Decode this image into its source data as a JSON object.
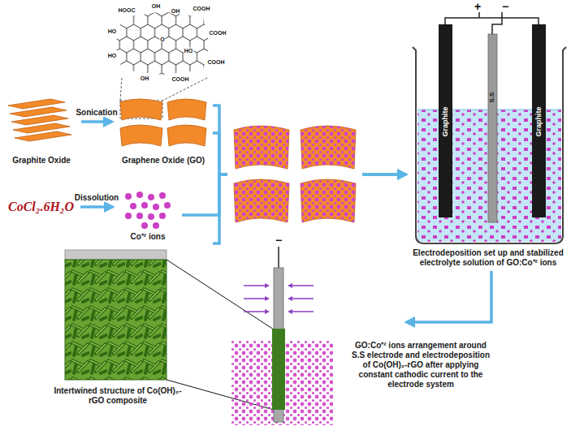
{
  "diagram": {
    "nodes": [
      {
        "text": [
          "Graphite Oxide"
        ]
      },
      {
        "text": [
          "Graphene Oxide (GO)"
        ]
      },
      {
        "text": [
          "CoCl₂.6H₂O"
        ]
      },
      {
        "text": [
          "Co⁺² ions"
        ]
      },
      {
        "text": [
          "Electrodeposition set up and stabilized electrolyte solution of GO:Co⁺² ions"
        ]
      },
      {
        "text": [
          "GO:Co⁺² ions arrangement around S.S electrode and electrodeposition of Co(OH)₂-rGO after applying constant cathodic current to the electrode system"
        ]
      },
      {
        "text": [
          "Intertwined structure of Co(OH)₂-rGO composite"
        ]
      }
    ],
    "edges": [
      {
        "from": 0,
        "to": 1,
        "arrow": "to",
        "label": "Sonication"
      },
      {
        "from": 2,
        "to": 3,
        "arrow": "to",
        "label": "Dissolution"
      },
      {
        "from": 1,
        "to": 4,
        "arrow": "to"
      },
      {
        "from": 3,
        "to": 4,
        "arrow": "to"
      },
      {
        "from": 4,
        "to": 5,
        "arrow": "to"
      }
    ],
    "labels": [
      "+",
      "−",
      "Graphite",
      "S.S",
      "Graphite",
      "−",
      "HOOC",
      "OH",
      "OH",
      "COOH",
      "HO",
      "O",
      "COOH",
      "HO",
      "OH",
      "COOH",
      "HO",
      "COOH"
    ]
  }
}
